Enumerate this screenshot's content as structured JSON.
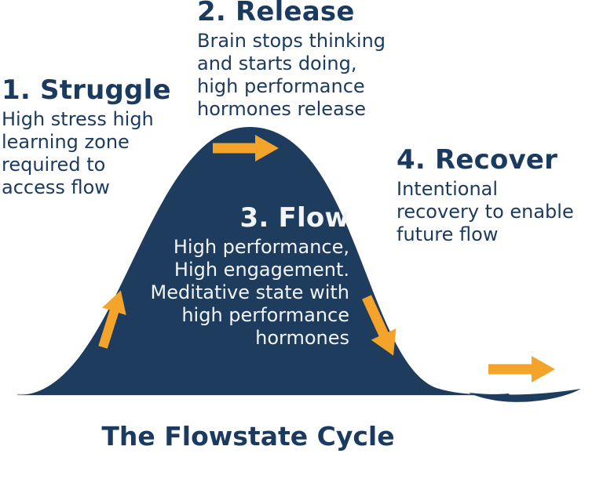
{
  "title": "The Flowstate Cycle",
  "colors": {
    "background": "#FFFFFF",
    "curve": "#1D3C5E",
    "arrow": "#F5A42B",
    "text": "#1A3A5F",
    "flow-text": "#F2F4F6"
  },
  "stages": [
    {
      "title": "1. Struggle",
      "description": "High stress high\nlearning zone\nrequired to\naccess flow"
    },
    {
      "title": "2. Release",
      "description": "Brain stops thinking\nand starts doing,\nhigh performance\nhormones release"
    },
    {
      "title": "3. Flow",
      "description": "High performance,\nHigh engagement.\nMeditative state with\nhigh performance\nhormones"
    },
    {
      "title": "4. Recover",
      "description": "Intentional\nrecovery to enable\nfuture flow"
    }
  ],
  "icons": {
    "ascent_arrow": "arrow pointing up the left slope",
    "peak_arrow": "arrow pointing right across the peak",
    "descent_arrow": "arrow pointing down the right slope",
    "recover_arrow": "arrow pointing right along the recovery tail"
  }
}
